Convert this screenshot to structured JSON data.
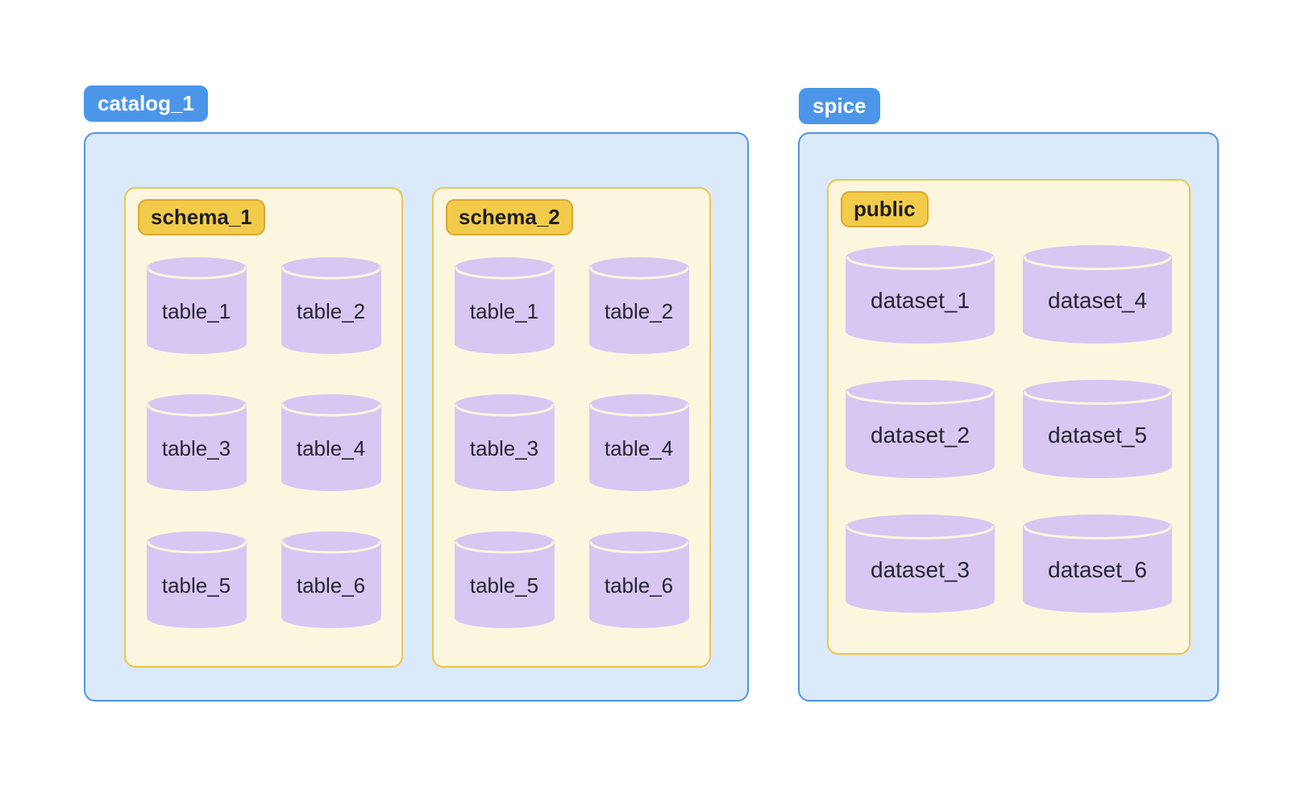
{
  "colors": {
    "chip_blue": "#4C96E9",
    "container_fill": "#DBEAFA",
    "container_border": "#4D96E8",
    "schema_fill": "#FDF6DF",
    "schema_border": "#EDC44F",
    "chip_yellow": "#F3CB4B",
    "chip_yellow_border": "#D9A72F",
    "chip_yellow_text": "#1E1E22",
    "cylinder_purple": "#D8C7F2",
    "cylinder_arc": "#FDF6DF",
    "cylinder_text": "#26262E",
    "page_bg": "#FFFFFF"
  },
  "catalog": {
    "label": "catalog_1",
    "schemas": [
      {
        "label": "schema_1",
        "tables": [
          "table_1",
          "table_2",
          "table_3",
          "table_4",
          "table_5",
          "table_6"
        ]
      },
      {
        "label": "schema_2",
        "tables": [
          "table_1",
          "table_2",
          "table_3",
          "table_4",
          "table_5",
          "table_6"
        ]
      }
    ]
  },
  "spice": {
    "label": "spice",
    "schema": {
      "label": "public",
      "datasets": [
        "dataset_1",
        "dataset_2",
        "dataset_3",
        "dataset_4",
        "dataset_5",
        "dataset_6"
      ]
    }
  }
}
